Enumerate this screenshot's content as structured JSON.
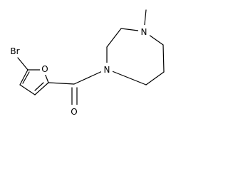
{
  "molecule": {
    "colors": {
      "bond": "#000000",
      "text": "#000000",
      "background": "#ffffff"
    },
    "atoms": {
      "bromine": "Br",
      "furan_oxygen": "O",
      "carbonyl_oxygen": "O",
      "amide_nitrogen": "N",
      "methyl_nitrogen": "N"
    }
  }
}
